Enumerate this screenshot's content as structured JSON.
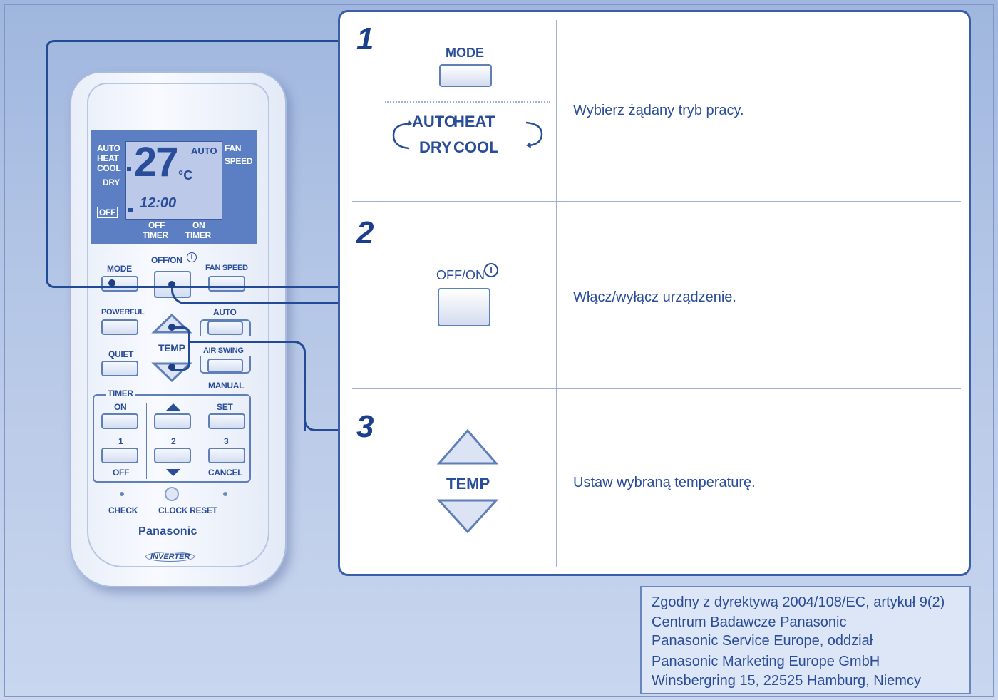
{
  "remote": {
    "lcd": {
      "modes": [
        "AUTO",
        "HEAT",
        "COOL",
        "DRY"
      ],
      "temperature": "27",
      "unit": "°C",
      "fan_mode": "AUTO",
      "fan_label": [
        "FAN",
        "SPEED"
      ],
      "off_indicator": "OFF",
      "clock": "12:00",
      "off_timer": [
        "OFF",
        "TIMER"
      ],
      "on_timer": [
        "ON",
        "TIMER"
      ]
    },
    "buttons": {
      "mode": "MODE",
      "off_on": "OFF/ON",
      "fan_speed": "FAN SPEED",
      "powerful": "POWERFUL",
      "auto": "AUTO",
      "temp": "TEMP",
      "quiet": "QUIET",
      "air_swing": "AIR SWING",
      "manual": "MANUAL",
      "timer": "TIMER",
      "timer_on": "ON",
      "timer_set": "SET",
      "num1": "1",
      "num2": "2",
      "num3": "3",
      "timer_off": "OFF",
      "timer_cancel": "CANCEL",
      "check": "CHECK",
      "clock_reset": "CLOCK RESET"
    },
    "brand": "Panasonic",
    "sub_brand": "INVERTER"
  },
  "steps": [
    {
      "number": "1",
      "button_label": "MODE",
      "cycle": [
        "AUTO",
        "HEAT",
        "DRY",
        "COOL"
      ],
      "description": "Wybierz żądany tryb pracy."
    },
    {
      "number": "2",
      "button_label": "OFF/ON",
      "description": "Włącz/wyłącz urządzenie."
    },
    {
      "number": "3",
      "button_label": "TEMP",
      "description": "Ustaw wybraną temperaturę."
    }
  ],
  "footer": [
    "Zgodny z dyrektywą 2004/108/EC, artykuł 9(2)",
    "Centrum Badawcze Panasonic",
    "Panasonic Service Europe, oddział",
    "Panasonic Marketing Europe GmbH",
    "Winsbergring 15, 22525 Hamburg, Niemcy"
  ],
  "colors": {
    "background": "#b4c6e6",
    "accent": "#2a4d9a",
    "panel_border": "#3a5fa8",
    "lcd_panel": "#5b7fc2"
  }
}
